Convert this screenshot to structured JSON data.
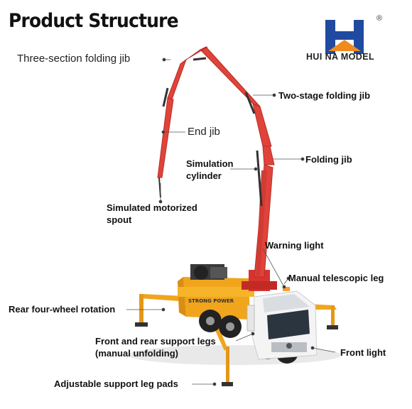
{
  "title": "Product Structure",
  "brand": {
    "name": "HUI NA MODEL",
    "registered": "®",
    "colors": {
      "blue": "#1f4aa0",
      "orange": "#f08a1e"
    }
  },
  "truck_text": {
    "side_label": "STRONG POWER"
  },
  "labels": {
    "three_section_jib": "Three-section folding jib",
    "two_stage_jib": "Two-stage folding jib",
    "end_jib": "End jib",
    "folding_jib": "Folding jib",
    "simulation_cylinder_1": "Simulation",
    "simulation_cylinder_2": "cylinder",
    "motorized_spout_1": "Simulated motorized",
    "motorized_spout_2": "spout",
    "warning_light": "Warning light",
    "manual_telescopic_leg": "Manual telescopic leg",
    "rear_rotation": "Rear four-wheel rotation",
    "front_rear_legs_1": "Front and rear support legs",
    "front_rear_legs_2": "(manual unfolding)",
    "front_light": "Front light",
    "support_leg_pads": "Adjustable support leg pads"
  }
}
